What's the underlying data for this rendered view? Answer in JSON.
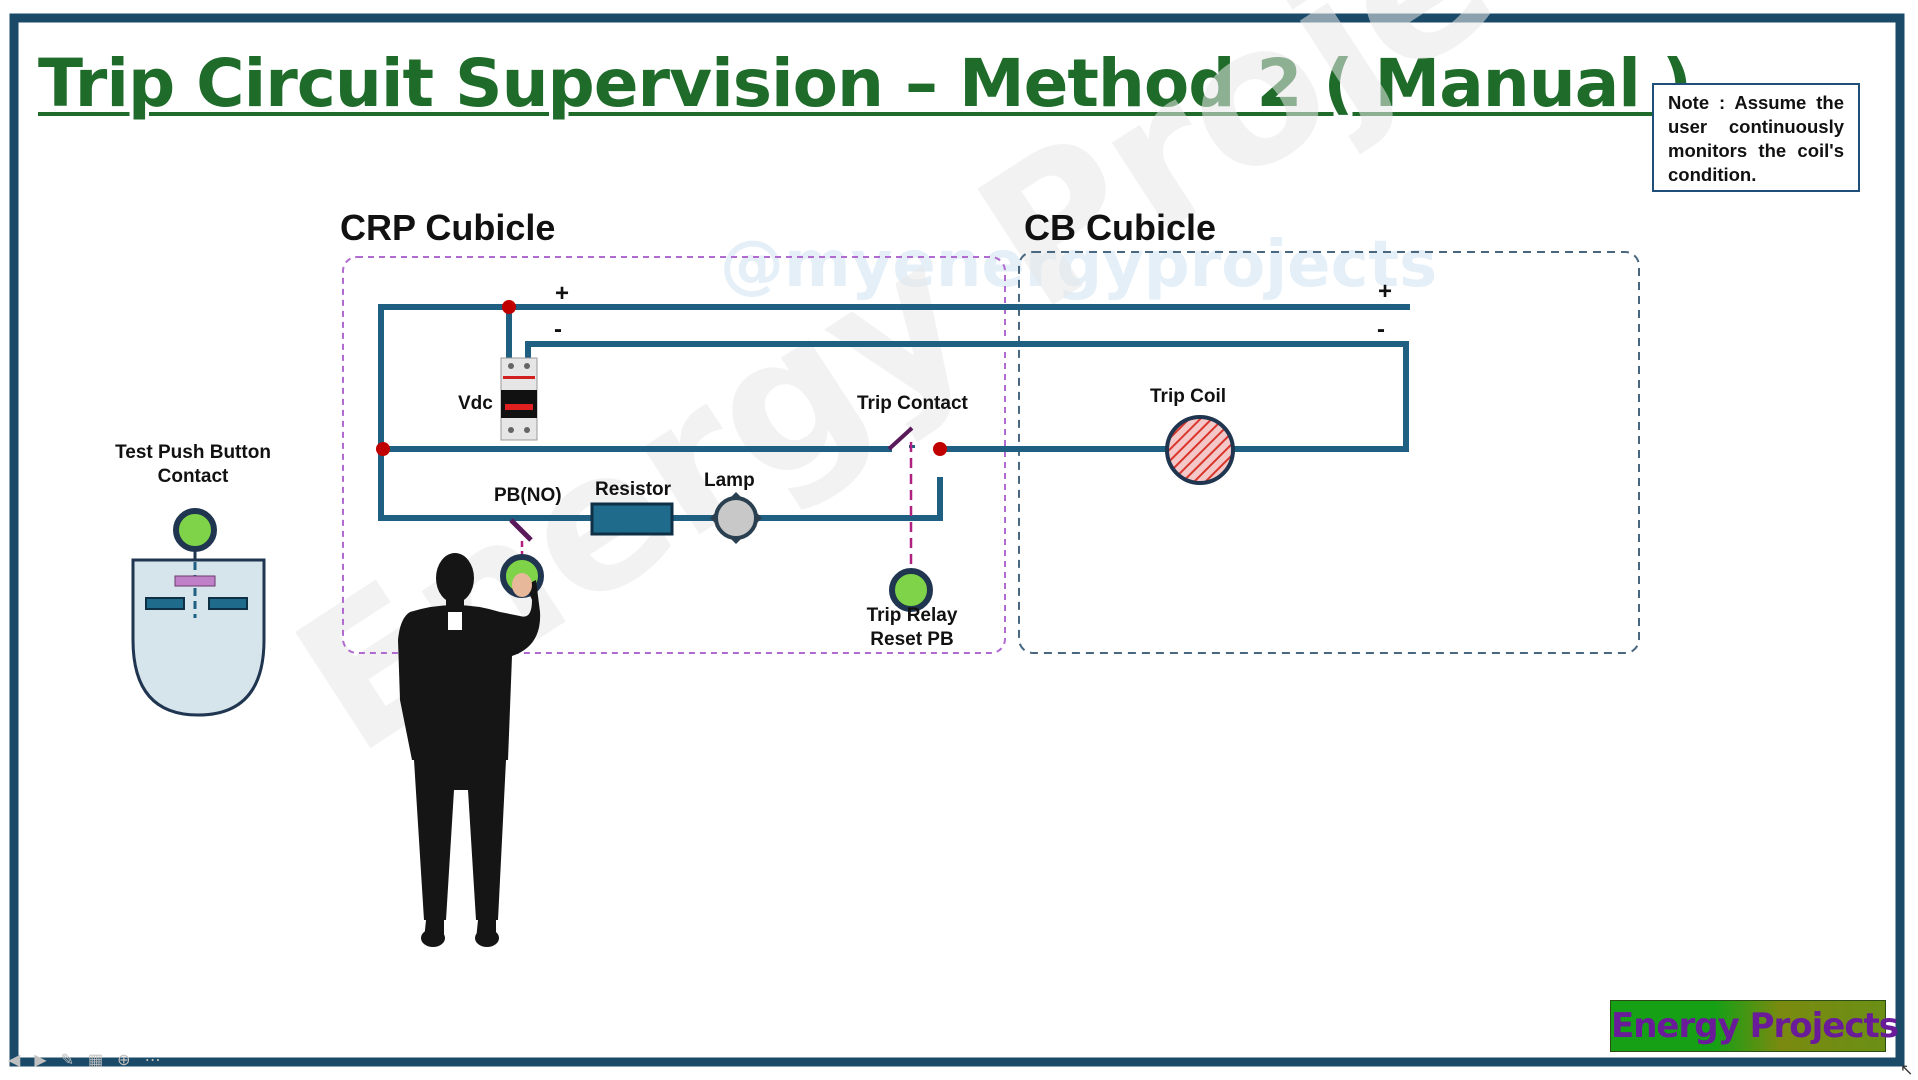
{
  "title": "Trip Circuit Supervision – Method 2 ( Manual )",
  "note": "Note : Assume the user continuously monitors the coil's condition.",
  "crp_label": "CRP Cubicle",
  "cb_label": "CB Cubicle",
  "labels": {
    "vdc": "Vdc",
    "trip_contact": "Trip Contact",
    "trip_coil": "Trip Coil",
    "pb_no": "PB(NO)",
    "resistor": "Resistor",
    "lamp": "Lamp",
    "trip_relay_reset": "Trip Relay Reset PB",
    "test_pb_contact": "Test Push Button Contact"
  },
  "signs": {
    "plus": "+",
    "minus": "-"
  },
  "watermarks": [
    "@myenergyprojects",
    "Energy Projects"
  ],
  "logo": "Energy Projects",
  "colors": {
    "title": "#1e6b2a",
    "wire": "#1f5f82",
    "junction": "#c00000",
    "note_border": "#1f4e79",
    "pb_green": "#7ed348",
    "coil_red": "#d9352b",
    "crp_border": "#b06ad0",
    "cb_border": "#4a6780"
  },
  "footer_icons": [
    "prev-icon",
    "next-icon",
    "pen-icon",
    "slides-icon",
    "zoom-icon",
    "more-icon"
  ]
}
